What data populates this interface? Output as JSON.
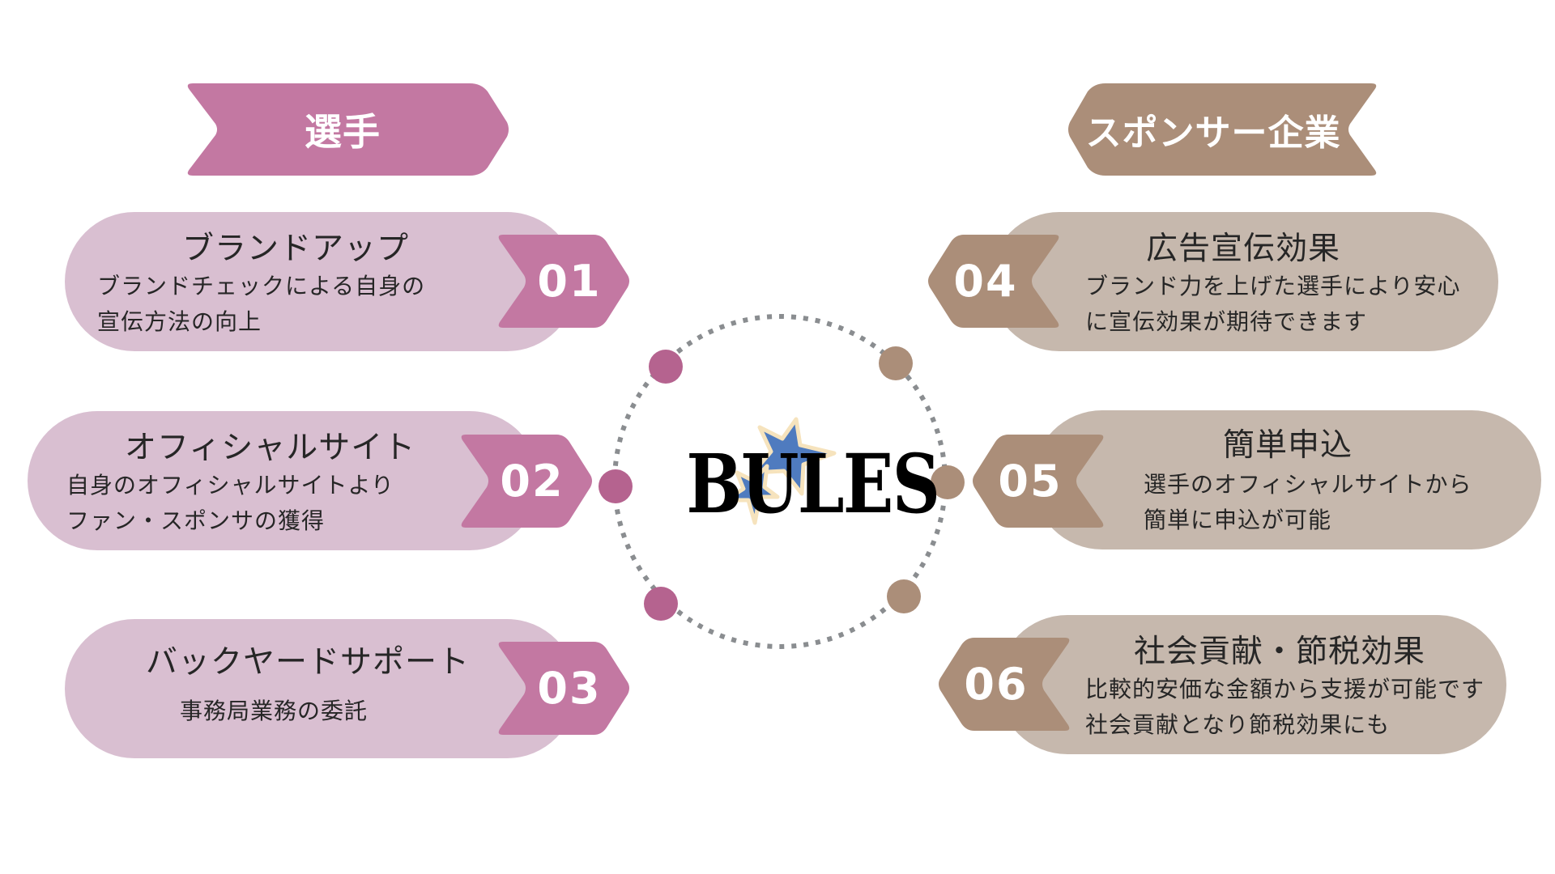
{
  "headers": {
    "left": {
      "label": "選手",
      "color": "#c378a2"
    },
    "right": {
      "label": "スポンサー企業",
      "color": "#ab8e79"
    }
  },
  "colors": {
    "player_card_bg": "#d9bfd1",
    "player_badge": "#c378a2",
    "player_dot": "#b5638f",
    "sponsor_card_bg": "#c6b8ad",
    "sponsor_badge": "#ab8e79",
    "sponsor_dot": "#ab8e79",
    "ring": "#8a8d90",
    "star_fill": "#4f7bbf",
    "star_outline": "#f6e3bd"
  },
  "center": {
    "logo_text": "BULES",
    "logo_icon": "star-icon"
  },
  "items": [
    {
      "number": "01",
      "title": "ブランドアップ",
      "lines": [
        "ブランドチェックによる自身の",
        "宣伝方法の向上"
      ],
      "side": "player"
    },
    {
      "number": "02",
      "title": "オフィシャルサイト",
      "lines": [
        "自身のオフィシャルサイトより",
        "ファン・スポンサの獲得"
      ],
      "side": "player"
    },
    {
      "number": "03",
      "title": "バックヤードサポート",
      "lines": [
        "事務局業務の委託"
      ],
      "side": "player"
    },
    {
      "number": "04",
      "title": "広告宣伝効果",
      "lines": [
        "ブランド力を上げた選手により安心",
        "に宣伝効果が期待できます"
      ],
      "side": "sponsor"
    },
    {
      "number": "05",
      "title": "簡単申込",
      "lines": [
        "選手のオフィシャルサイトから",
        "簡単に申込が可能"
      ],
      "side": "sponsor"
    },
    {
      "number": "06",
      "title": "社会貢献・節税効果",
      "lines": [
        "比較的安価な金額から支援が可能です",
        "社会貢献となり節税効果にも"
      ],
      "side": "sponsor"
    }
  ]
}
